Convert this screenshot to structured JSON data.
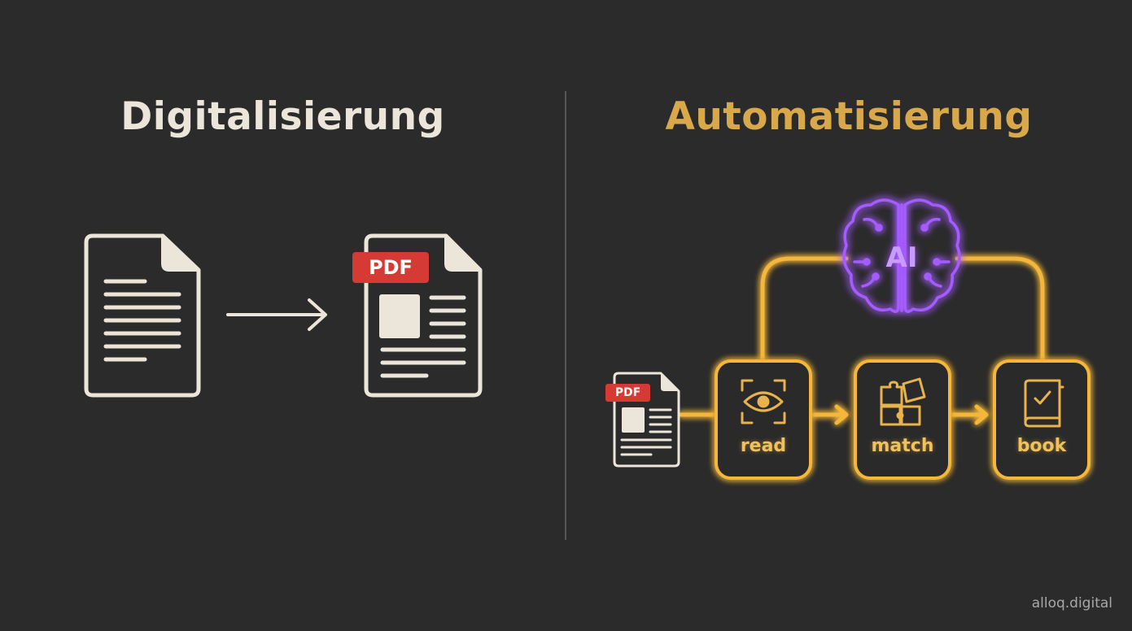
{
  "left": {
    "title": "Digitalisierung",
    "output_badge": "PDF"
  },
  "right": {
    "title": "Automatisierung",
    "input_badge": "PDF",
    "ai_label": "AI",
    "steps": [
      {
        "label": "read",
        "icon": "eye-scan-icon"
      },
      {
        "label": "match",
        "icon": "puzzle-icon"
      },
      {
        "label": "book",
        "icon": "book-check-icon"
      }
    ]
  },
  "footer": {
    "watermark": "alloq.digital"
  },
  "colors": {
    "background": "#2b2b2b",
    "left_title": "#ece6da",
    "right_title": "#d8a84a",
    "flow_gold": "#f4b73a",
    "ai_purple": "#a45cff",
    "pdf_red": "#d63a35"
  }
}
